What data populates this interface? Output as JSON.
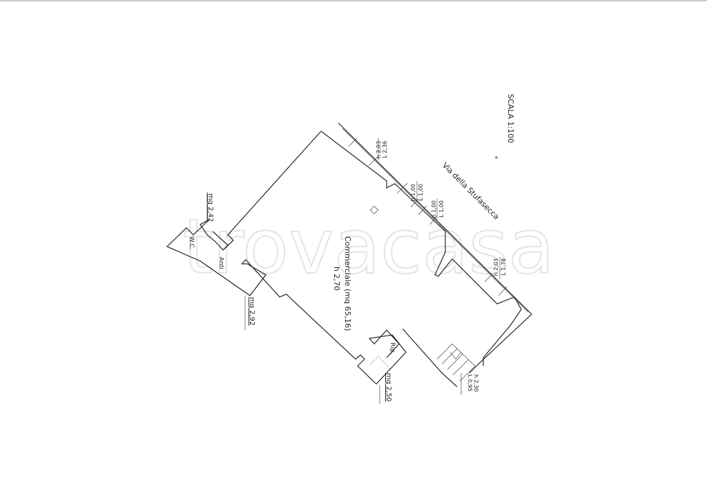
{
  "scale": "SCALA 1:100",
  "street": "Via della Stufasecca",
  "watermark": "trovacasa",
  "rooms": {
    "main": {
      "name": "Commerciale (mq 65,16)",
      "height": "h 2,70"
    },
    "wc": "W.C.",
    "anti": "Anti",
    "rip": "Rip."
  },
  "areas": {
    "wc": "mq 2,42",
    "anti": "mq 2,92",
    "rip": "mq 2,50"
  },
  "openings": [
    {
      "l": "L 2,36",
      "h": "h 2,03"
    },
    {
      "l": "L 1,00",
      "h": "h 1,00"
    },
    {
      "l": "L 1,00",
      "h": "h 1,00"
    },
    {
      "l": "L 1,78",
      "h": "h 2,03"
    },
    {
      "l": "L 0,95",
      "h": "h 2,30"
    }
  ]
}
